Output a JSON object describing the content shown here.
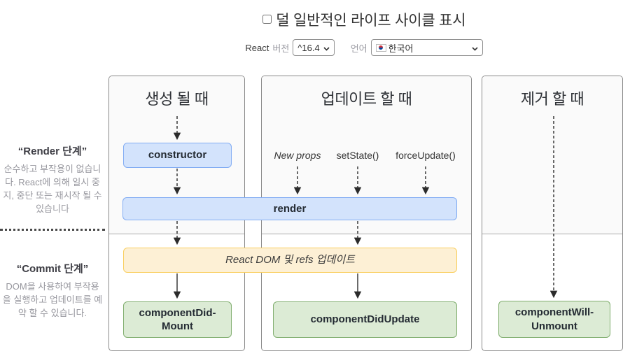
{
  "header": {
    "toggle_label": "덜 일반적인 라이프 사이클 표시",
    "react_label": "React",
    "version_label": "버전",
    "version_value": "^16.4",
    "language_label": "언어",
    "language_value": "한국어",
    "language_flag_icon": "korean-flag",
    "chevron_icon": "chevron-down"
  },
  "sidebar": {
    "render_phase": {
      "title": "“Render 단계”",
      "description": "순수하고 부작용이 없습니다. React에 의해 일시 중지, 중단 또는 재시작 될 수 있습니다"
    },
    "commit_phase": {
      "title": "“Commit 단계”",
      "description": "DOM을 사용하여 부작용을 실행하고 업데이트를 예약 할 수 있습니다."
    }
  },
  "columns": {
    "mounting": {
      "title": "생성 될 때"
    },
    "updating": {
      "title": "업데이트 할 때",
      "triggers": {
        "new_props": "New props",
        "set_state": "setState()",
        "force_update": "forceUpdate()"
      }
    },
    "unmounting": {
      "title": "제거 할 때"
    }
  },
  "diagram": {
    "constructor": "constructor",
    "render": "render",
    "react_dom_update": "React DOM 및 refs 업데이트",
    "component_did_mount": "componentDid-\nMount",
    "component_did_update": "componentDidUpdate",
    "component_will_unmount": "componentWill-\nUnmount"
  },
  "colors": {
    "render_method_box_bg": "#d3e3fc",
    "render_method_box_border": "#82acf3",
    "lifecycle_box_bg": "#dcebd5",
    "lifecycle_box_border": "#81ae6f",
    "dom_update_box_bg": "#fdf0d5",
    "dom_update_box_border": "#f9cf5f",
    "render_phase_bg": "#fafafa",
    "arrow_color": "#2b2b2b"
  }
}
